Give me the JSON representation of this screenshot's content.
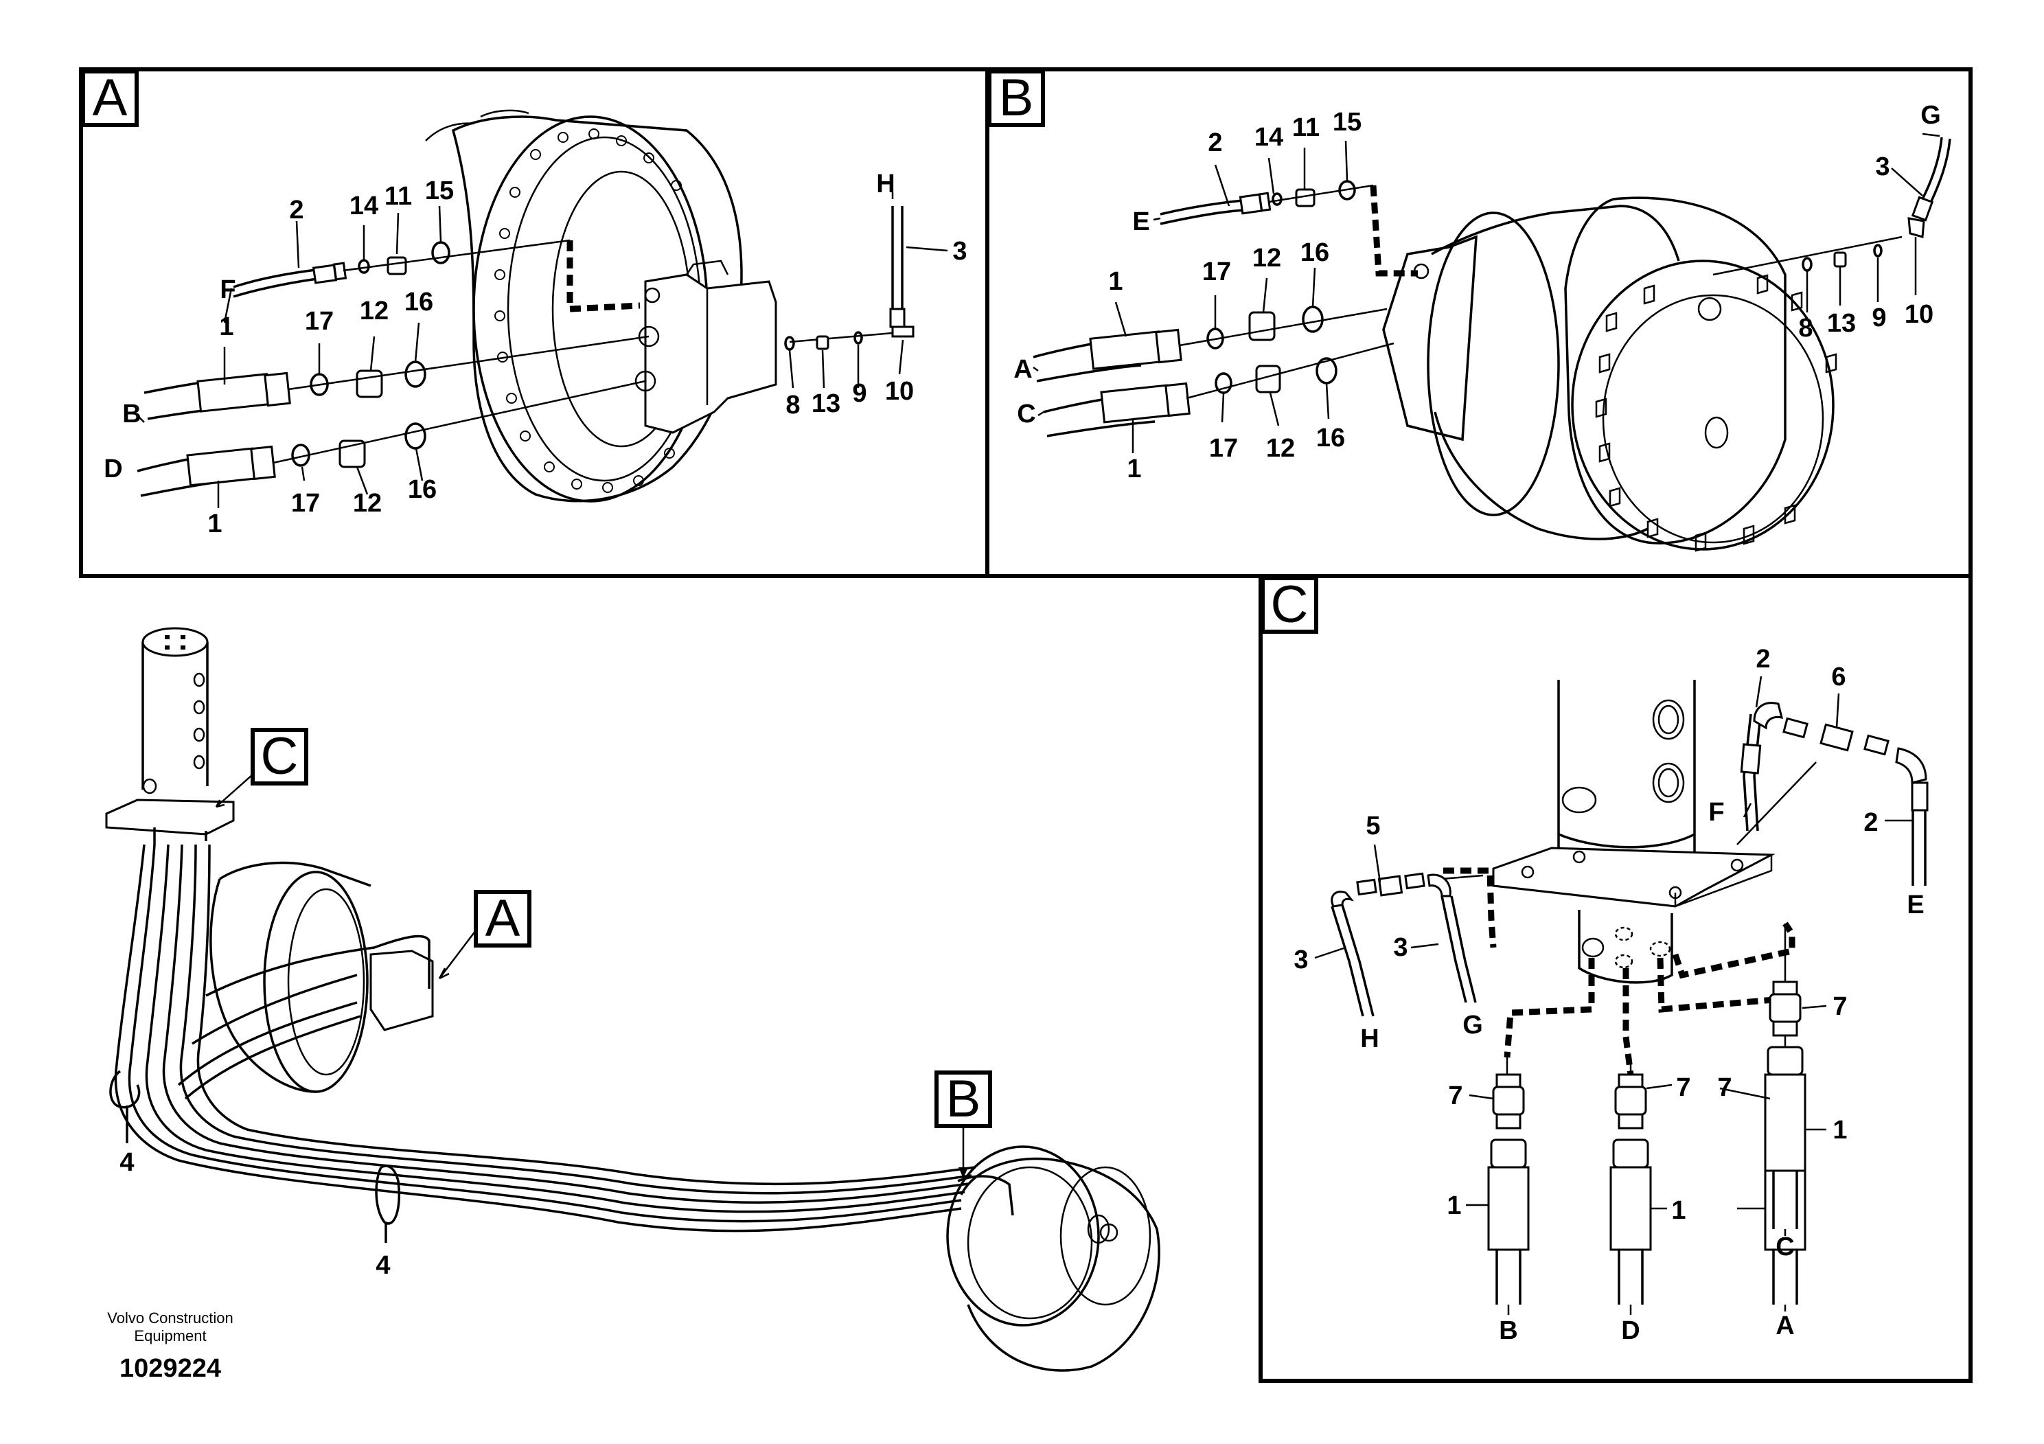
{
  "panels": {
    "a": {
      "tag": "A",
      "labels": {
        "p2": "2",
        "p14": "14",
        "p11": "11",
        "p15": "15",
        "pF": "F",
        "p1a": "1",
        "p17a": "17",
        "p12a": "12",
        "p16a": "16",
        "pB": "B",
        "pD": "D",
        "p1b": "1",
        "p17b": "17",
        "p12b": "12",
        "p16b": "16",
        "pH": "H",
        "p3": "3",
        "p8": "8",
        "p13": "13",
        "p9": "9",
        "p10": "10"
      }
    },
    "b": {
      "tag": "B",
      "labels": {
        "p2": "2",
        "p14": "14",
        "p11": "11",
        "p15": "15",
        "pE": "E",
        "p1a": "1",
        "p17a": "17",
        "p12a": "12",
        "p16a": "16",
        "pA": "A",
        "pC": "C",
        "p1b": "1",
        "p17b": "17",
        "p12b": "12",
        "p16b": "16",
        "pG": "G",
        "p3": "3",
        "p8": "8",
        "p13": "13",
        "p9": "9",
        "p10": "10"
      }
    },
    "c": {
      "tag": "C",
      "labels": {
        "p2a": "2",
        "p6": "6",
        "p2b": "2",
        "pF": "F",
        "pE": "E",
        "p5": "5",
        "p3a": "3",
        "p3b": "3",
        "pH": "H",
        "pG": "G",
        "p7a": "7",
        "p7b": "7",
        "p7c": "7",
        "p7d": "7",
        "p1a": "1",
        "p1b": "1",
        "p1c": "1",
        "pB": "B",
        "pD": "D",
        "pA": "A",
        "pC": "C"
      }
    },
    "overview": {
      "callout_c": "C",
      "callout_a": "A",
      "callout_b": "B",
      "p4a": "4",
      "p4b": "4"
    }
  },
  "footer": {
    "maker_line1": "Volvo Construction",
    "maker_line2": "Equipment",
    "drawing_number": "1029224"
  }
}
